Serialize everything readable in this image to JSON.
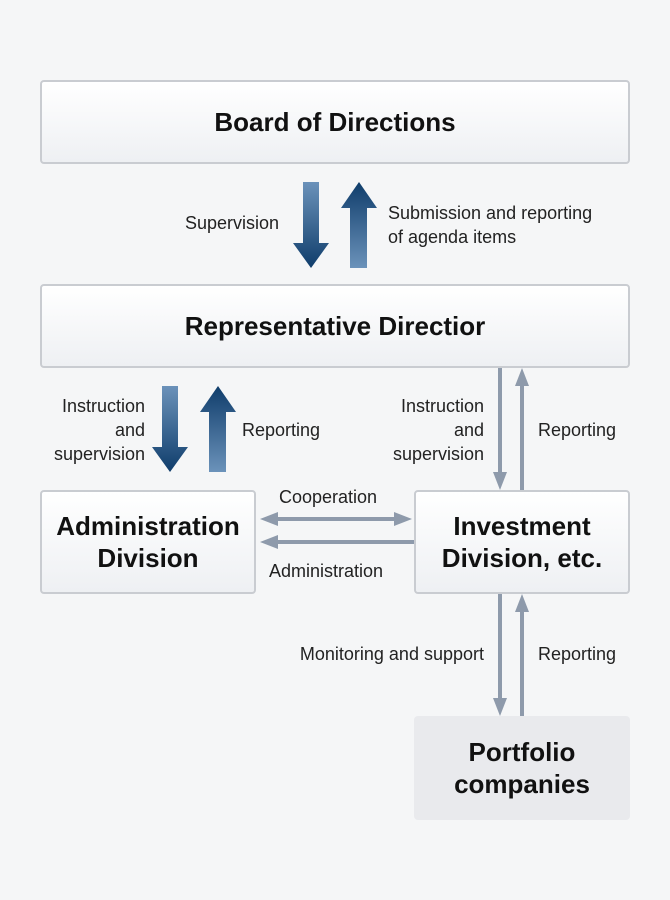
{
  "nodes": {
    "board": "Board of Directions",
    "rep": "Representative Directior",
    "admin": [
      "Administration",
      "Division"
    ],
    "invest": [
      "Investment",
      "Division, etc."
    ],
    "portfolio": [
      "Portfolio",
      "companies"
    ]
  },
  "edges": {
    "supervision": "Supervision",
    "submission": [
      "Submission and reporting",
      "of agenda items"
    ],
    "left_instruction": [
      "Instruction",
      "and",
      "supervision"
    ],
    "left_reporting": "Reporting",
    "right_instruction": [
      "Instruction",
      "and",
      "supervision"
    ],
    "right_reporting": "Reporting",
    "cooperation": "Cooperation",
    "administration": "Administration",
    "monitoring": "Monitoring and support",
    "portfolio_reporting": "Reporting"
  },
  "colors": {
    "thick_arrow_dark": "#0f3d6b",
    "thick_arrow_light": "#5a82ab",
    "thin_arrow": "#8e9aab"
  }
}
